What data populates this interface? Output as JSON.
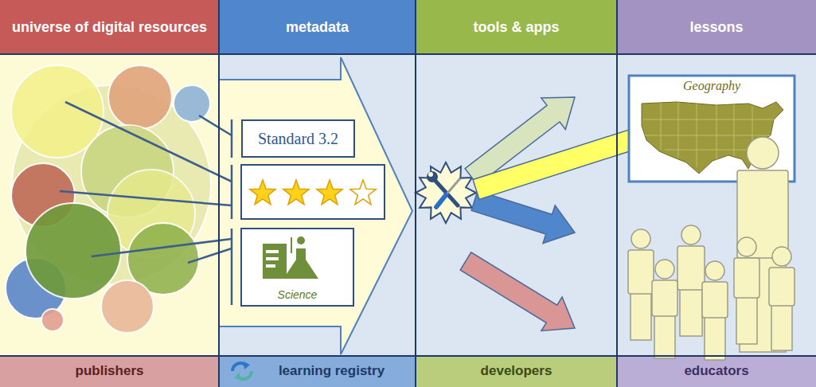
{
  "diagram": {
    "nodes": [
      {
        "text": [
          "universe of digital resources"
        ]
      },
      {
        "text": [
          "metadata"
        ]
      },
      {
        "text": [
          "tools & apps"
        ]
      },
      {
        "text": [
          "lessons"
        ]
      },
      {
        "text": [
          "Standard 3.2"
        ]
      },
      {
        "text": [
          "Science"
        ]
      },
      {
        "text": [
          "Geography"
        ]
      },
      {
        "text": [
          "publishers"
        ]
      },
      {
        "text": [
          "learning registry"
        ]
      },
      {
        "text": [
          "developers"
        ]
      },
      {
        "text": [
          "educators"
        ]
      }
    ]
  }
}
